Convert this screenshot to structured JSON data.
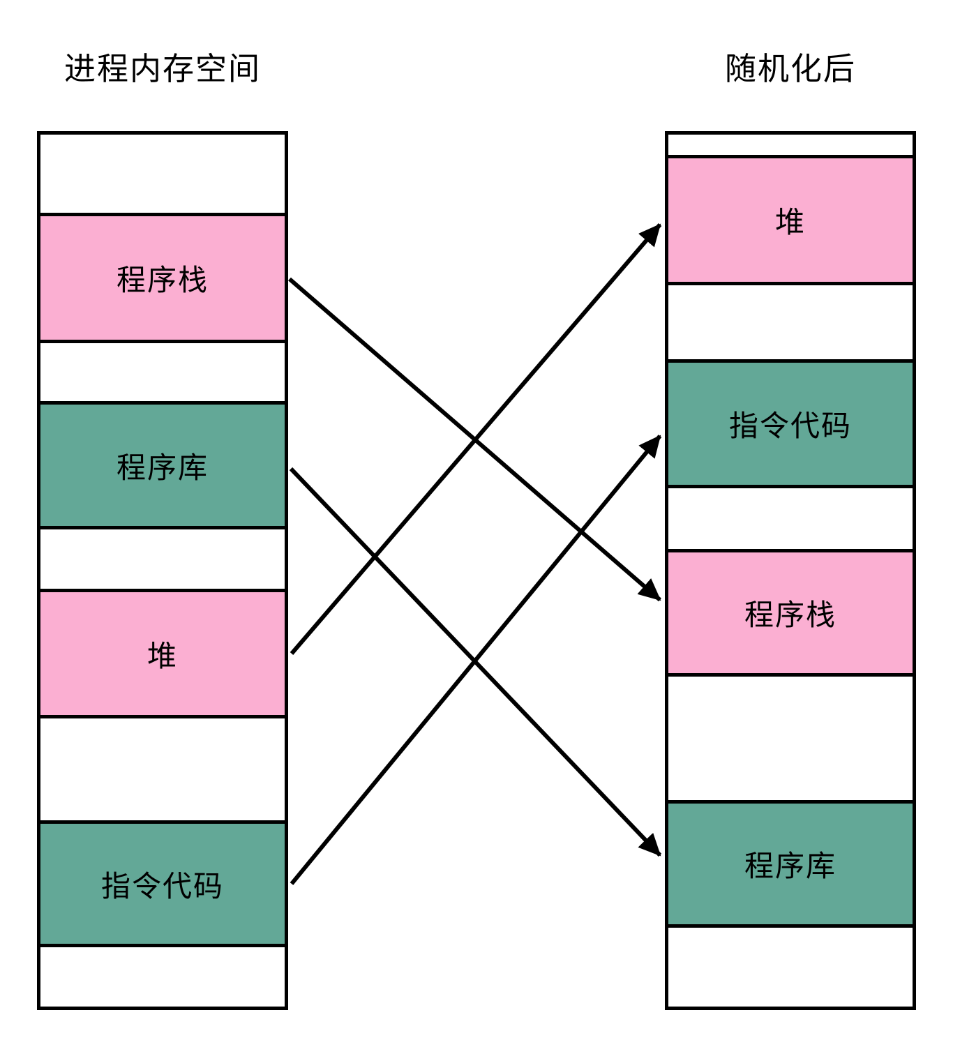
{
  "left_column": {
    "title": "进程内存空间",
    "segments": [
      {
        "label": "",
        "type": "empty"
      },
      {
        "label": "程序栈",
        "type": "pink"
      },
      {
        "label": "",
        "type": "empty"
      },
      {
        "label": "程序库",
        "type": "green"
      },
      {
        "label": "",
        "type": "empty"
      },
      {
        "label": "堆",
        "type": "pink"
      },
      {
        "label": "",
        "type": "empty"
      },
      {
        "label": "指令代码",
        "type": "green"
      },
      {
        "label": "",
        "type": "empty"
      }
    ]
  },
  "right_column": {
    "title": "随机化后",
    "segments": [
      {
        "label": "",
        "type": "empty"
      },
      {
        "label": "堆",
        "type": "pink"
      },
      {
        "label": "",
        "type": "empty"
      },
      {
        "label": "指令代码",
        "type": "green"
      },
      {
        "label": "",
        "type": "empty"
      },
      {
        "label": "程序栈",
        "type": "pink"
      },
      {
        "label": "",
        "type": "empty"
      },
      {
        "label": "程序库",
        "type": "green"
      },
      {
        "label": "",
        "type": "empty"
      }
    ]
  },
  "arrows": [
    {
      "maps": "程序栈",
      "from": "left.程序栈",
      "to": "right.程序栈"
    },
    {
      "maps": "程序库",
      "from": "left.程序库",
      "to": "right.程序库"
    },
    {
      "maps": "堆",
      "from": "left.堆",
      "to": "right.堆"
    },
    {
      "maps": "指令代码",
      "from": "left.指令代码",
      "to": "right.指令代码"
    }
  ],
  "colors": {
    "pink": "#fbafd2",
    "green": "#63a897",
    "line": "#000000",
    "background": "#ffffff"
  }
}
